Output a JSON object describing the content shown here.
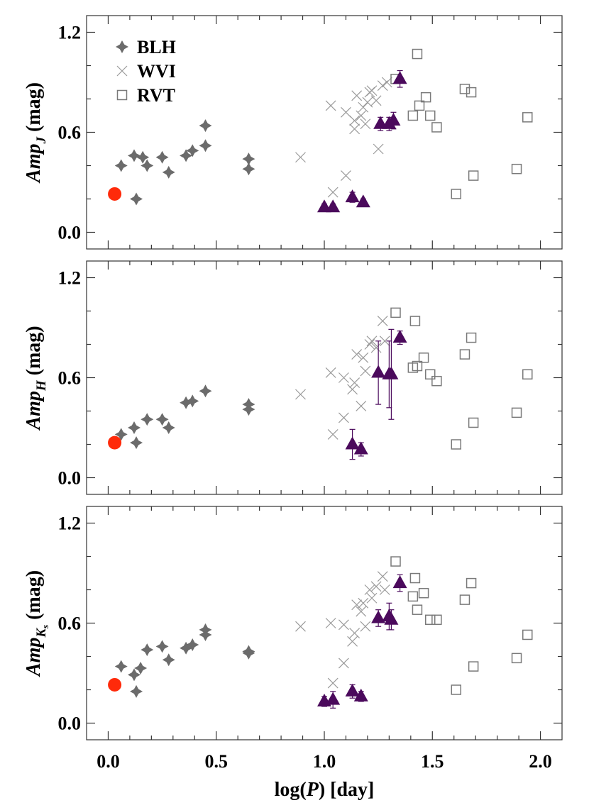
{
  "chart_data": {
    "type": "scatter",
    "shared_x": {
      "label_prefix": "log(",
      "label_var": "P",
      "label_suffix": ") [day]",
      "xlim": [
        -0.1,
        2.1
      ],
      "ticks": [
        0.0,
        0.5,
        1.0,
        1.5,
        2.0
      ],
      "tick_labels": [
        "0.0",
        "0.5",
        "1.0",
        "1.5",
        "2.0"
      ]
    },
    "legend": {
      "placement": "top-left of upper panel",
      "entries": [
        {
          "label": "BLH",
          "marker": "four-point-star"
        },
        {
          "label": "WVI",
          "marker": "cross"
        },
        {
          "label": "RVT",
          "marker": "open-square"
        }
      ]
    },
    "colors": {
      "BLH": "#6b6b6b",
      "WVI": "#9a9a9a",
      "RVT": "#7a7a7a",
      "triangles": "#4b0a5c",
      "highlight": "#ff2a0a"
    },
    "panels": [
      {
        "ylabel_main": "Amp",
        "ylabel_sub": "J",
        "ylabel_unit": " (mag)",
        "ylim": [
          -0.1,
          1.3
        ],
        "yticks": [
          0.0,
          0.6,
          1.2
        ],
        "ytick_labels": [
          "0.0",
          "0.6",
          "1.2"
        ],
        "series": {
          "BLH": [
            [
              0.06,
              0.4
            ],
            [
              0.12,
              0.46
            ],
            [
              0.13,
              0.2
            ],
            [
              0.16,
              0.45
            ],
            [
              0.18,
              0.4
            ],
            [
              0.25,
              0.45
            ],
            [
              0.28,
              0.36
            ],
            [
              0.36,
              0.46
            ],
            [
              0.39,
              0.49
            ],
            [
              0.45,
              0.52
            ],
            [
              0.45,
              0.64
            ],
            [
              0.65,
              0.44
            ],
            [
              0.65,
              0.38
            ]
          ],
          "WVI": [
            [
              0.89,
              0.45
            ],
            [
              1.03,
              0.76
            ],
            [
              1.04,
              0.24
            ],
            [
              1.1,
              0.72
            ],
            [
              1.1,
              0.34
            ],
            [
              1.14,
              0.67
            ],
            [
              1.14,
              0.62
            ],
            [
              1.15,
              0.82
            ],
            [
              1.17,
              0.7
            ],
            [
              1.18,
              0.75
            ],
            [
              1.19,
              0.65
            ],
            [
              1.2,
              0.78
            ],
            [
              1.21,
              0.84
            ],
            [
              1.22,
              0.85
            ],
            [
              1.24,
              0.79
            ],
            [
              1.25,
              0.5
            ],
            [
              1.27,
              0.88
            ],
            [
              1.29,
              0.9
            ]
          ],
          "RVT": [
            [
              1.33,
              0.92
            ],
            [
              1.41,
              0.7
            ],
            [
              1.43,
              1.07
            ],
            [
              1.44,
              0.76
            ],
            [
              1.47,
              0.81
            ],
            [
              1.49,
              0.7
            ],
            [
              1.52,
              0.63
            ],
            [
              1.61,
              0.23
            ],
            [
              1.65,
              0.86
            ],
            [
              1.68,
              0.84
            ],
            [
              1.69,
              0.34
            ],
            [
              1.89,
              0.38
            ],
            [
              1.94,
              0.69
            ]
          ],
          "triangles": [
            [
              1.0,
              0.15,
              0.02
            ],
            [
              1.04,
              0.15,
              0.02
            ],
            [
              1.13,
              0.21,
              0.03
            ],
            [
              1.18,
              0.18,
              0.02
            ],
            [
              1.26,
              0.65,
              0.04
            ],
            [
              1.3,
              0.65,
              0.04
            ],
            [
              1.32,
              0.67,
              0.05
            ],
            [
              1.35,
              0.92,
              0.05
            ]
          ],
          "highlight": [
            [
              0.03,
              0.23
            ]
          ]
        }
      },
      {
        "ylabel_main": "Amp",
        "ylabel_sub": "H",
        "ylabel_unit": " (mag)",
        "ylim": [
          -0.1,
          1.3
        ],
        "yticks": [
          0.0,
          0.6,
          1.2
        ],
        "ytick_labels": [
          "0.0",
          "0.6",
          "1.2"
        ],
        "series": {
          "BLH": [
            [
              0.06,
              0.26
            ],
            [
              0.12,
              0.3
            ],
            [
              0.13,
              0.21
            ],
            [
              0.18,
              0.35
            ],
            [
              0.25,
              0.35
            ],
            [
              0.28,
              0.3
            ],
            [
              0.36,
              0.45
            ],
            [
              0.39,
              0.46
            ],
            [
              0.45,
              0.52
            ],
            [
              0.65,
              0.44
            ],
            [
              0.65,
              0.41
            ]
          ],
          "WVI": [
            [
              0.89,
              0.5
            ],
            [
              1.03,
              0.63
            ],
            [
              1.04,
              0.26
            ],
            [
              1.09,
              0.6
            ],
            [
              1.09,
              0.36
            ],
            [
              1.13,
              0.53
            ],
            [
              1.14,
              0.57
            ],
            [
              1.15,
              0.74
            ],
            [
              1.17,
              0.43
            ],
            [
              1.18,
              0.72
            ],
            [
              1.19,
              0.64
            ],
            [
              1.21,
              0.8
            ],
            [
              1.22,
              0.82
            ],
            [
              1.24,
              0.78
            ],
            [
              1.27,
              0.94
            ],
            [
              1.28,
              0.82
            ]
          ],
          "RVT": [
            [
              1.33,
              0.99
            ],
            [
              1.41,
              0.66
            ],
            [
              1.42,
              0.94
            ],
            [
              1.43,
              0.67
            ],
            [
              1.46,
              0.72
            ],
            [
              1.49,
              0.62
            ],
            [
              1.52,
              0.58
            ],
            [
              1.61,
              0.2
            ],
            [
              1.65,
              0.74
            ],
            [
              1.68,
              0.84
            ],
            [
              1.69,
              0.33
            ],
            [
              1.89,
              0.39
            ],
            [
              1.94,
              0.62
            ]
          ],
          "triangles": [
            [
              1.13,
              0.2,
              0.09
            ],
            [
              1.17,
              0.17,
              0.04
            ],
            [
              1.25,
              0.63,
              0.19
            ],
            [
              1.3,
              0.62,
              0.2
            ],
            [
              1.31,
              0.62,
              0.27
            ],
            [
              1.35,
              0.84,
              0.04
            ]
          ],
          "highlight": [
            [
              0.03,
              0.21
            ]
          ]
        }
      },
      {
        "ylabel_main": "Amp",
        "ylabel_sub": "Ks",
        "ylabel_unit": " (mag)",
        "ylim": [
          -0.1,
          1.3
        ],
        "yticks": [
          0.0,
          0.6,
          1.2
        ],
        "ytick_labels": [
          "0.0",
          "0.6",
          "1.2"
        ],
        "series": {
          "BLH": [
            [
              0.06,
              0.34
            ],
            [
              0.12,
              0.29
            ],
            [
              0.13,
              0.19
            ],
            [
              0.15,
              0.33
            ],
            [
              0.18,
              0.44
            ],
            [
              0.25,
              0.46
            ],
            [
              0.28,
              0.38
            ],
            [
              0.36,
              0.45
            ],
            [
              0.39,
              0.47
            ],
            [
              0.45,
              0.53
            ],
            [
              0.45,
              0.56
            ],
            [
              0.65,
              0.43
            ],
            [
              0.65,
              0.42
            ]
          ],
          "WVI": [
            [
              0.89,
              0.58
            ],
            [
              1.03,
              0.6
            ],
            [
              1.04,
              0.24
            ],
            [
              1.09,
              0.59
            ],
            [
              1.09,
              0.36
            ],
            [
              1.13,
              0.49
            ],
            [
              1.14,
              0.54
            ],
            [
              1.15,
              0.71
            ],
            [
              1.17,
              0.67
            ],
            [
              1.18,
              0.72
            ],
            [
              1.19,
              0.58
            ],
            [
              1.21,
              0.8
            ],
            [
              1.22,
              0.75
            ],
            [
              1.24,
              0.82
            ],
            [
              1.27,
              0.88
            ],
            [
              1.28,
              0.8
            ]
          ],
          "RVT": [
            [
              1.33,
              0.97
            ],
            [
              1.41,
              0.76
            ],
            [
              1.42,
              0.87
            ],
            [
              1.43,
              0.68
            ],
            [
              1.46,
              0.78
            ],
            [
              1.49,
              0.62
            ],
            [
              1.52,
              0.62
            ],
            [
              1.61,
              0.2
            ],
            [
              1.65,
              0.74
            ],
            [
              1.68,
              0.84
            ],
            [
              1.69,
              0.34
            ],
            [
              1.89,
              0.39
            ],
            [
              1.94,
              0.53
            ]
          ],
          "triangles": [
            [
              1.0,
              0.13,
              0.03
            ],
            [
              1.04,
              0.14,
              0.05
            ],
            [
              1.13,
              0.19,
              0.04
            ],
            [
              1.17,
              0.16,
              0.03
            ],
            [
              1.25,
              0.63,
              0.05
            ],
            [
              1.3,
              0.64,
              0.08
            ],
            [
              1.31,
              0.62,
              0.06
            ],
            [
              1.35,
              0.84,
              0.05
            ]
          ],
          "highlight": [
            [
              0.03,
              0.23
            ]
          ]
        }
      }
    ]
  }
}
